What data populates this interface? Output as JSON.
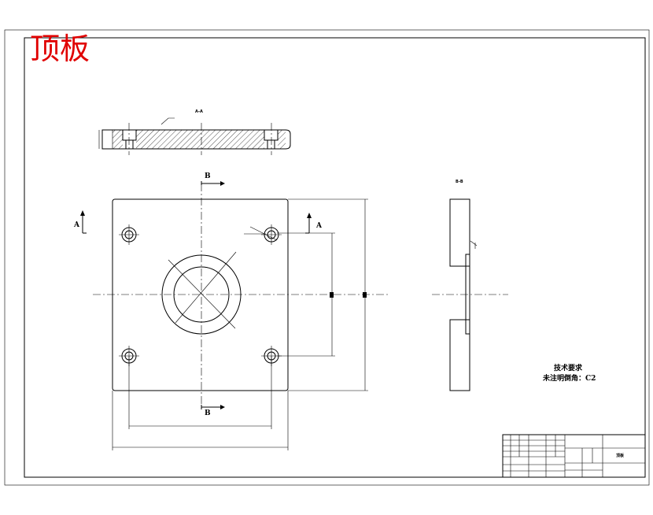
{
  "drawing": {
    "title": "顶板",
    "section_aa_label": "A-A",
    "section_bb_label": "B-B",
    "view_marker_a": "A",
    "view_marker_b": "B",
    "tech_requirements_title": "技术要求",
    "tech_requirements_line": "未注明倒角：C2",
    "part_name": "顶板"
  },
  "colors": {
    "title": "#e00000",
    "line": "#000000",
    "background": "#ffffff"
  }
}
